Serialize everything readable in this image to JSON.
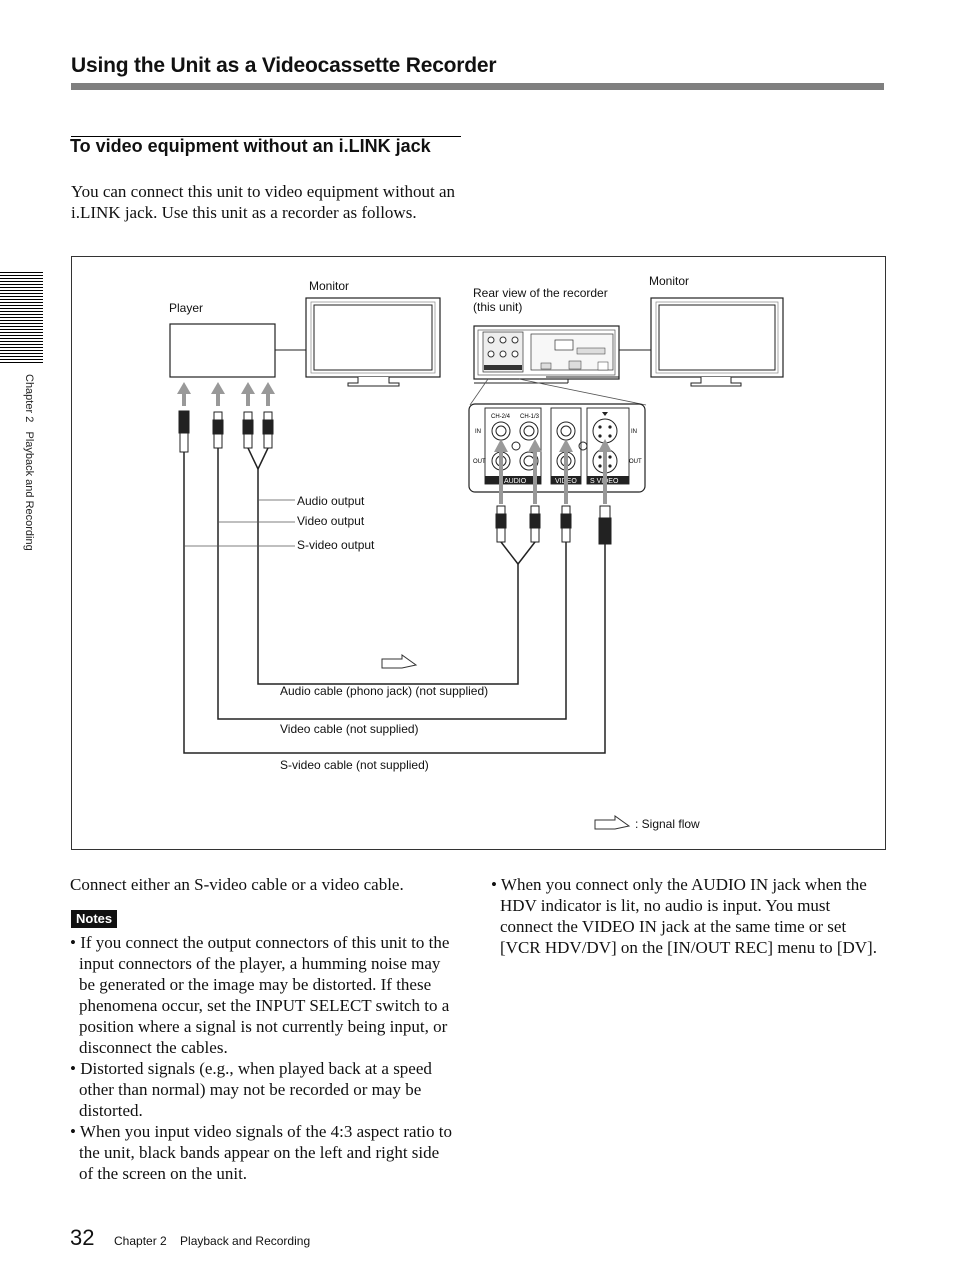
{
  "header": {
    "title": "Using the Unit as a Videocassette Recorder"
  },
  "section": {
    "title": "To video equipment without an i.LINK jack",
    "intro": "You can connect this unit to video equipment without an i.LINK jack. Use this unit as a recorder as follows."
  },
  "side_tab": "Chapter 2   Playback and Recording",
  "figure": {
    "player": "Player",
    "monitor_left": "Monitor",
    "monitor_right": "Monitor",
    "recorder_line1": "Rear view of the recorder",
    "recorder_line2": "(this unit)",
    "audio_output": "Audio output",
    "video_output": "Video output",
    "svideo_output": "S-video output",
    "audio_cable": "Audio cable (phono jack) (not supplied)",
    "video_cable": "Video cable (not supplied)",
    "svideo_cable": "S-video cable (not supplied)",
    "signal_flow": ": Signal flow",
    "panel": {
      "ch24": "CH-2/4",
      "ch13": "CH-1/3",
      "in_left": "IN",
      "out_left": "OUT",
      "in_right": "IN",
      "out_right": "OUT",
      "audio": "AUDIO",
      "video": "VIDEO",
      "svideo": "S VIDEO"
    }
  },
  "left_column": {
    "lead": "Connect either an S-video cable or a video cable.",
    "notes_label": "Notes",
    "notes": [
      "If you connect the output connectors of this unit to the input connectors of the player, a humming noise may be generated or the image may be distorted. If these phenomena occur, set the INPUT SELECT switch to a position where a signal is not currently being input, or disconnect the cables.",
      "Distorted signals (e.g., when played back at a speed other than normal) may not be recorded or may be distorted.",
      "When you input video signals of the 4:3 aspect ratio to the unit, black bands appear on the left and right side of the screen on the unit."
    ]
  },
  "right_column": {
    "notes": [
      "When you connect only the AUDIO IN jack when the HDV indicator is lit, no audio is input.  You must connect the VIDEO IN jack at the same time or set [VCR HDV/DV] on the [IN/OUT REC] menu to [DV]."
    ]
  },
  "footer": {
    "page_number": "32",
    "chapter": "Chapter 2    Playback and Recording"
  }
}
